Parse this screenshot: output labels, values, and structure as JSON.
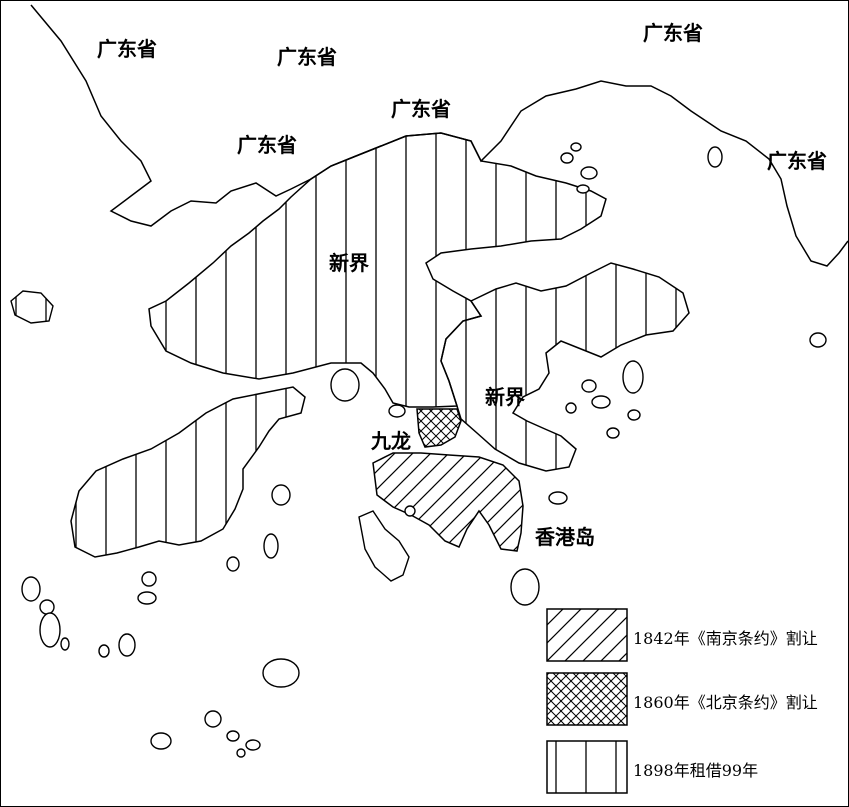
{
  "map": {
    "labels": {
      "guangdong_1": "广东省",
      "guangdong_2": "广东省",
      "guangdong_3": "广东省",
      "guangdong_4": "广东省",
      "guangdong_5": "广东省",
      "guangdong_6": "广东省",
      "new_territories_west": "新界",
      "new_territories_east": "新界",
      "kowloon": "九龙",
      "hong_kong_island": "香港岛"
    },
    "legend": [
      {
        "pattern": "diagonal-hatch",
        "text": "1842年《南京条约》割让"
      },
      {
        "pattern": "cross-hatch",
        "text": "1860年《北京条约》割让"
      },
      {
        "pattern": "vertical-stripes",
        "text": "1898年租借99年"
      }
    ],
    "colors": {
      "ink": "#000000",
      "paper": "#ffffff"
    }
  }
}
